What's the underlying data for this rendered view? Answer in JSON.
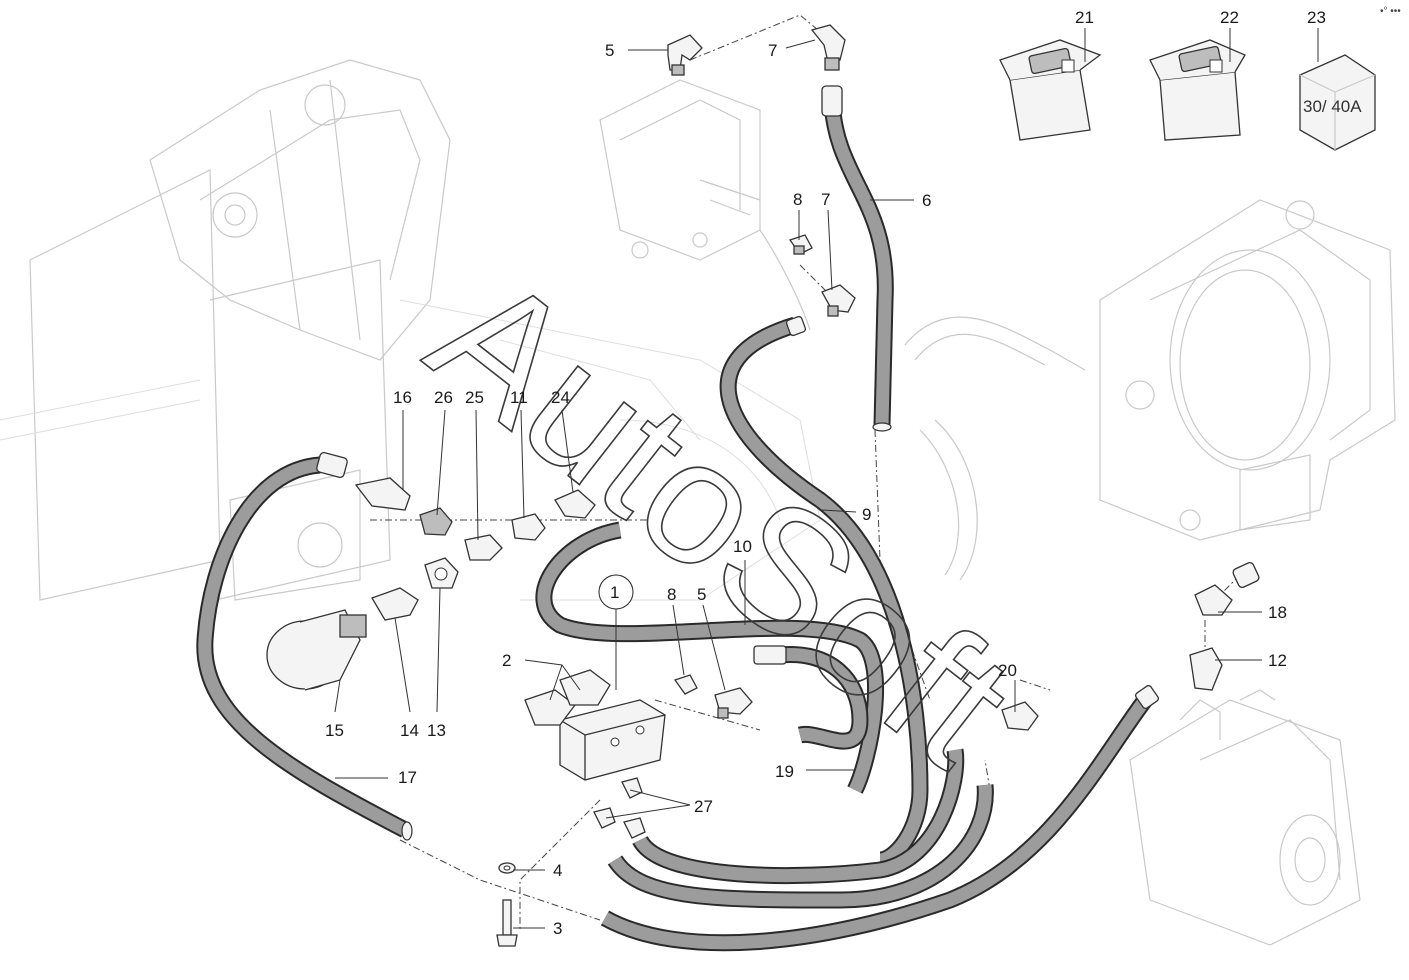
{
  "diagram": {
    "watermark": "AutoSoft",
    "corner_mark": "•° •••",
    "relay_rating": "30/ 40A",
    "callouts": {
      "c1": "1",
      "c2": "2",
      "c3": "3",
      "c4": "4",
      "c5a": "5",
      "c5b": "5",
      "c6": "6",
      "c7a": "7",
      "c7b": "7",
      "c8a": "8",
      "c8b": "8",
      "c9": "9",
      "c10": "10",
      "c11": "11",
      "c12": "12",
      "c13": "13",
      "c14": "14",
      "c15": "15",
      "c16": "16",
      "c17": "17",
      "c18": "18",
      "c19": "19",
      "c20": "20",
      "c21": "21",
      "c22": "22",
      "c23": "23",
      "c24": "24",
      "c25": "25",
      "c26": "26",
      "c27": "27"
    }
  }
}
